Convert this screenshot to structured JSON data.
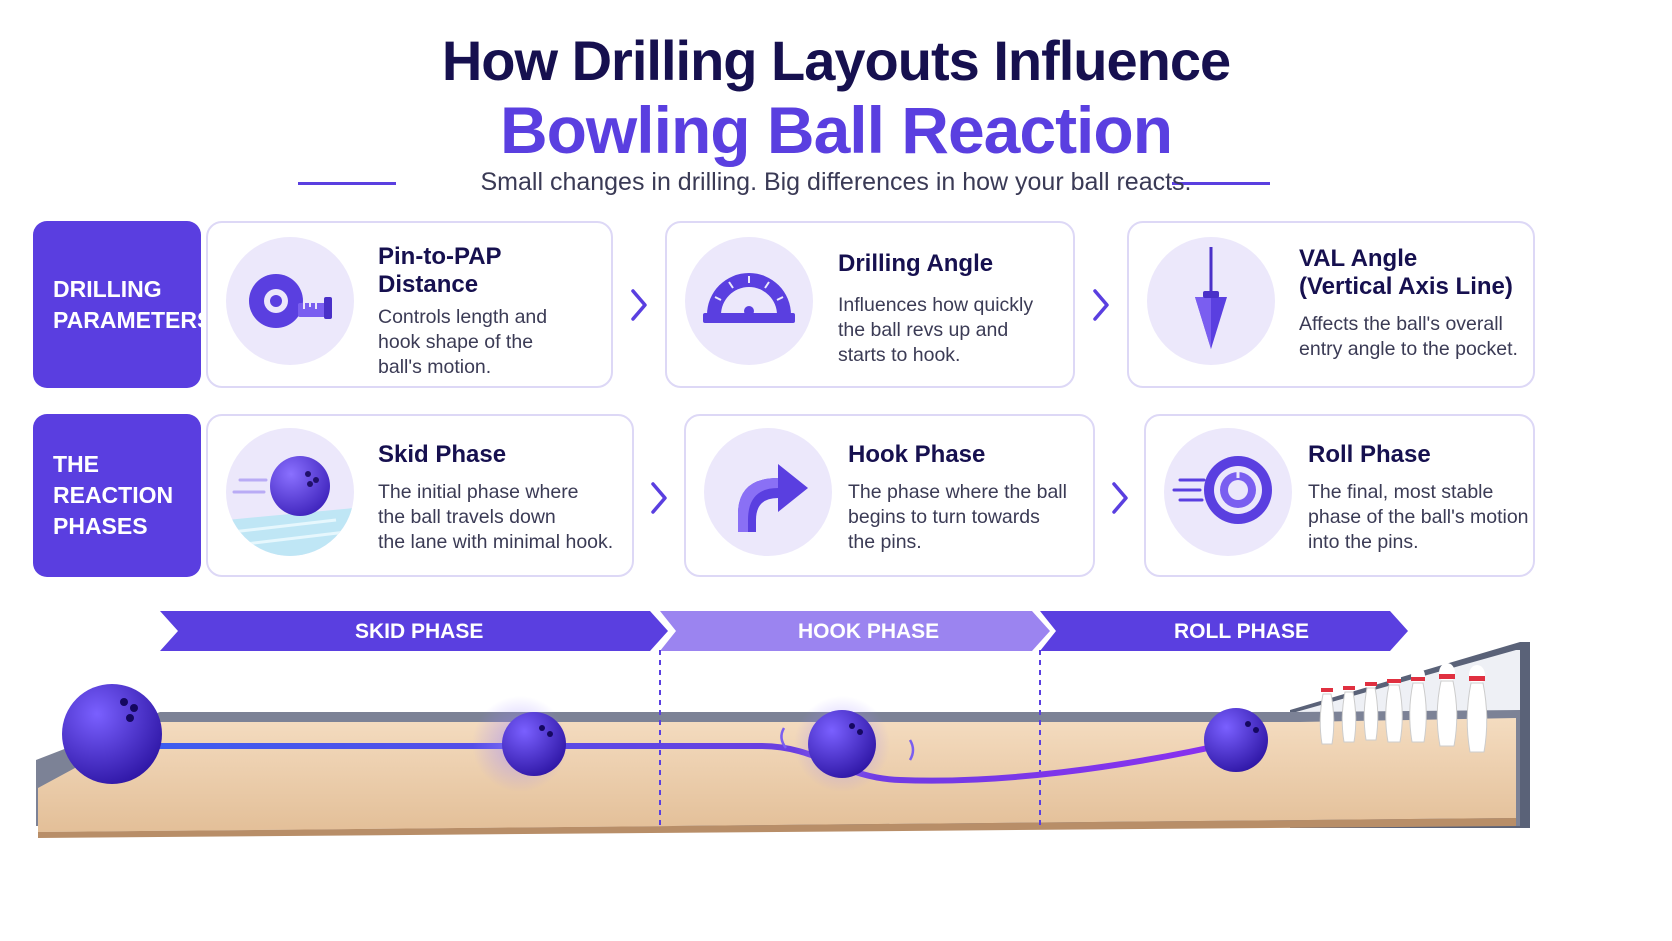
{
  "header": {
    "title_line1": "How Drilling Layouts Influence",
    "title_line2": "Bowling Ball Reaction",
    "subtitle": "Small changes in drilling. Big differences in how your ball reacts."
  },
  "drilling_parameters": {
    "label_line1": "DRILLING",
    "label_line2": "PARAMETERS",
    "cards": [
      {
        "title_line1": "Pin-to-PAP",
        "title_line2": "Distance",
        "desc": [
          "Controls length and",
          "hook shape of the",
          "ball's motion."
        ],
        "icon": "tape-measure-icon"
      },
      {
        "title_line1": "Drilling Angle",
        "title_line2": "",
        "desc": [
          "Influences how quickly",
          "the ball revs up and",
          "starts to hook."
        ],
        "icon": "protractor-icon"
      },
      {
        "title_line1": "VAL Angle",
        "title_line2": "(Vertical Axis Line)",
        "desc": [
          "Affects the ball's overall",
          "entry angle to the pocket."
        ],
        "icon": "plumb-bob-icon"
      }
    ]
  },
  "reaction_phases": {
    "label_line1": "THE",
    "label_line2": "REACTION",
    "label_line3": "PHASES",
    "cards": [
      {
        "title": "Skid Phase",
        "desc": [
          "The initial phase where",
          "the ball travels down",
          "the lane with minimal hook."
        ],
        "icon": "skidding-ball-icon"
      },
      {
        "title": "Hook Phase",
        "desc": [
          "The phase where the ball",
          "begins to turn towards",
          "the pins."
        ],
        "icon": "curved-arrow-icon"
      },
      {
        "title": "Roll Phase",
        "desc": [
          "The final, most stable",
          "phase of the ball's motion",
          "into the pins."
        ],
        "icon": "rolling-ball-icon"
      }
    ]
  },
  "lane_banner": {
    "segments": [
      "SKID PHASE",
      "HOOK PHASE",
      "ROLL PHASE"
    ]
  },
  "colors": {
    "accent": "#5a3fe0",
    "dark_text": "#16104f",
    "hook_banner": "#9b84f0",
    "card_border": "#ddd8f6"
  }
}
